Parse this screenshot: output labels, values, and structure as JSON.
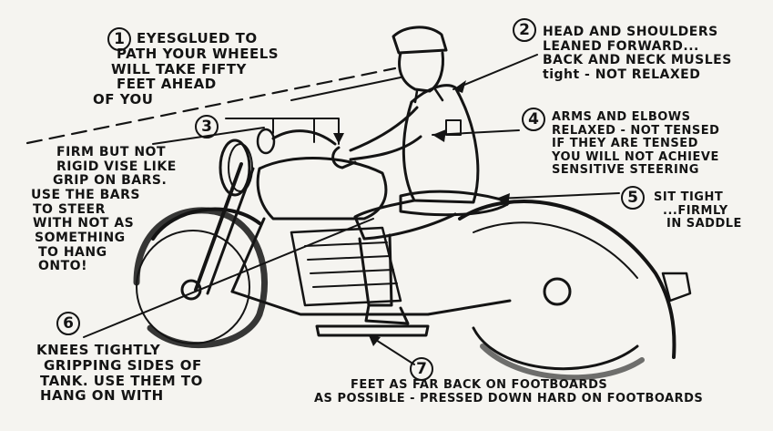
{
  "callouts": [
    {
      "number": "1",
      "lines": [
        "EYESGLUED TO",
        "PATH YOUR WHEELS",
        "WILL TAKE FIFTY",
        "FEET AHEAD",
        "OF YOU"
      ]
    },
    {
      "number": "2",
      "lines": [
        "HEAD AND SHOULDERS",
        "LEANED FORWARD...",
        "BACK AND NECK MUSLES",
        "tight - NOT RELAXED"
      ]
    },
    {
      "number": "3",
      "lines": [
        "FIRM BUT NOT",
        "RIGID VISE LIKE",
        "GRIP ON BARS.",
        "USE THE BARS",
        "TO STEER",
        "WITH NOT AS",
        "SOMETHING",
        "TO HANG",
        "ONTO!"
      ]
    },
    {
      "number": "4",
      "lines": [
        "ARMS AND ELBOWS",
        "RELAXED - NOT TENSED",
        "IF THEY ARE TENSED",
        "YOU WILL NOT ACHIEVE",
        "SENSITIVE STEERING"
      ]
    },
    {
      "number": "5",
      "lines": [
        "SIT TIGHT",
        "...FIRMLY",
        "IN SADDLE"
      ]
    },
    {
      "number": "6",
      "lines": [
        "KNEES TIGHTLY",
        "GRIPPING SIDES OF",
        "TANK. USE THEM TO",
        "HANG ON WITH"
      ]
    },
    {
      "number": "7",
      "lines": [
        "FEET AS FAR BACK ON FOOTBOARDS",
        "AS POSSIBLE - PRESSED DOWN HARD ON FOOTBOARDS"
      ]
    }
  ],
  "colors": {
    "paper": "#f5f4f0",
    "ink": "#141414"
  }
}
